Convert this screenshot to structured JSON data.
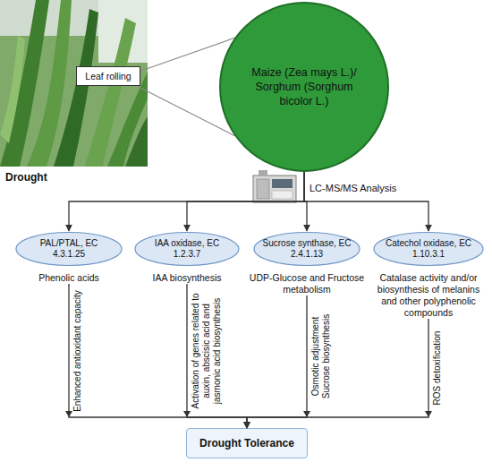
{
  "diagram": {
    "nodes": [
      {
        "text": [
          "Leaf rolling"
        ]
      },
      {
        "text": [
          "Maize (Zea mays L.)/ Sorghum (Sorghum bicolor L.)"
        ]
      },
      {
        "text": [
          "PAL/PTAL, EC 4.3.1.25",
          "Phenolic acids"
        ]
      },
      {
        "text": [
          "IAA oxidase, EC 1.2.3.7",
          "IAA biosynthesis"
        ]
      },
      {
        "text": [
          "Sucrose synthase, EC 2.4.1.13",
          "UDP-Glucose and Fructose metabolism"
        ]
      },
      {
        "text": [
          "Catechol oxidase, EC 1.10.3.1",
          "Catalase activity and/or biosynthesis of melanins and other polyphenolic compounds"
        ]
      },
      {
        "text": [
          "Drought Tolerance"
        ]
      }
    ],
    "edges": [
      {
        "from": 1,
        "to": 2,
        "arrow": "to"
      },
      {
        "from": 1,
        "to": 3,
        "arrow": "to"
      },
      {
        "from": 1,
        "to": 4,
        "arrow": "to"
      },
      {
        "from": 1,
        "to": 5,
        "arrow": "to"
      },
      {
        "from": 2,
        "to": 6,
        "label": "Enhanced antioxidant capacity",
        "arrow": "to"
      },
      {
        "from": 3,
        "to": 6,
        "label": "Activation of genes related to auxin, abscisic acid and jasmonic acid biosynthesis",
        "arrow": "to"
      },
      {
        "from": 4,
        "to": 6,
        "label": "Osmotic adjustment Sucrose biosynthesis",
        "arrow": "to"
      },
      {
        "from": 5,
        "to": 6,
        "label": "ROS detoxification",
        "arrow": "to"
      }
    ],
    "labels": [
      "Drought",
      "LC-MS/MS Analysis"
    ]
  }
}
